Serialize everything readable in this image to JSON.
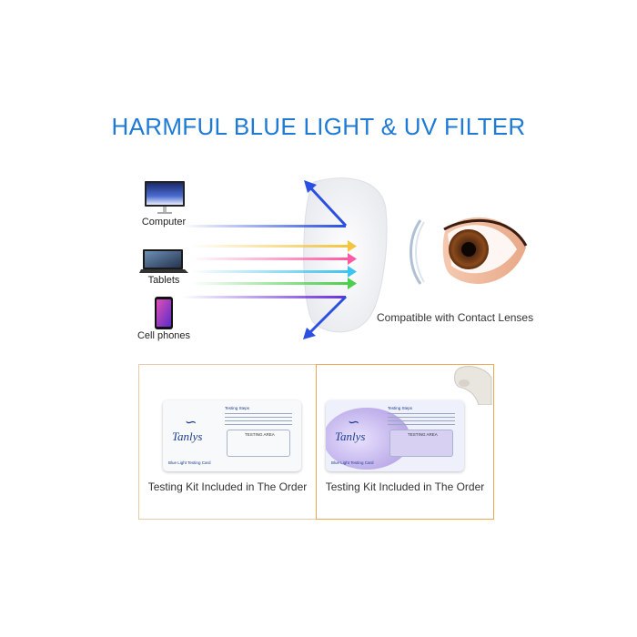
{
  "title": "HARMFUL BLUE LIGHT & UV FILTER",
  "devices": [
    {
      "label": "Computer",
      "icon": "monitor-icon"
    },
    {
      "label": "Tablets",
      "icon": "tablet-icon"
    },
    {
      "label": "Cell phones",
      "icon": "phone-icon"
    }
  ],
  "lens_caption": "Compatible with Contact Lenses",
  "panels": [
    {
      "caption": "Testing Kit Included in The Order",
      "card": {
        "brand": "Tanlys",
        "steps_title": "Testing Steps",
        "area_label": "TESTING AREA",
        "name": "Blue Light Testing Card"
      }
    },
    {
      "caption": "Testing Kit Included in The Order",
      "card": {
        "brand": "Tanlys",
        "steps_title": "Testing Steps",
        "area_label": "TESTING AREA",
        "name": "Blue Light Testing Card"
      }
    }
  ],
  "colors": {
    "title": "#1f7ad6",
    "arrow_blue": "#2b4fe0",
    "arrow_yellow": "#f4c542",
    "arrow_pink": "#ff5aa5",
    "arrow_cyan": "#3fc4ef",
    "arrow_green": "#4ccf4c",
    "arrow_purple": "#6a2ee0",
    "panel_border": "#e8c9a8"
  }
}
